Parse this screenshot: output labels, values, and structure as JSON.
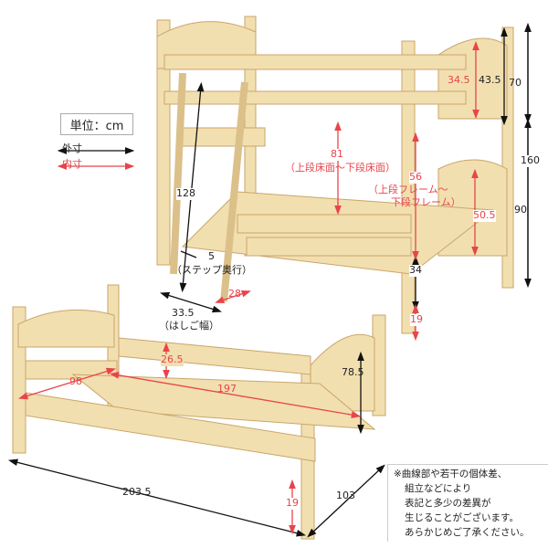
{
  "legend": {
    "unit": "単位：cm",
    "outer": "外寸",
    "inner": "内寸",
    "outer_color": "#111111",
    "inner_color": "#e8444a"
  },
  "bunk": {
    "upper_guard_inner": "34.5",
    "upper_guard_outer": "43.5",
    "top_height": "70",
    "total_height": "160",
    "floor_to_floor": "81",
    "floor_to_floor_label": "（上段床面～下段床面）",
    "frame_to_frame": "56",
    "frame_to_frame_label_1": "（上段フレーム～",
    "frame_to_frame_label_2": "下段フレーム）",
    "lower_guard_inner": "50.5",
    "lower_height": "90",
    "ladder_height": "128",
    "step_depth": "5",
    "step_depth_label": "（ステップ奥行）",
    "ladder_inner": "28",
    "ladder_width": "33.5",
    "ladder_width_label": "（はしご幅）",
    "lower_floor": "34",
    "lower_clearance": "19"
  },
  "single": {
    "guard_inner": "26.5",
    "headboard_height": "78.5",
    "inner_width": "98",
    "inner_length": "197",
    "total_length": "203.5",
    "total_width": "103",
    "clearance": "19"
  },
  "note": [
    "※曲線部や若干の個体差、",
    "組立などにより",
    "表記と多少の差異が",
    "生じることがございます。",
    "あらかじめご了承ください。"
  ],
  "colors": {
    "wood": "#f2dfb0",
    "wood_edge": "#c9a66a"
  }
}
